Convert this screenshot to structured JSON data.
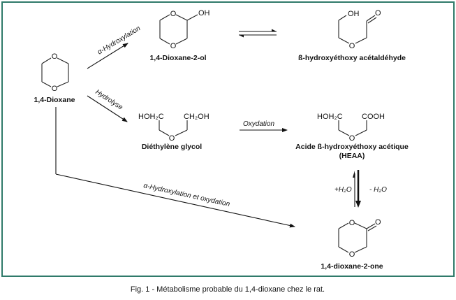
{
  "colors": {
    "frame": "#2f7a6a",
    "ink": "#111111"
  },
  "compounds": {
    "dioxane": {
      "name": "1,4-Dioxane",
      "atoms": [
        "O",
        "O"
      ]
    },
    "dioxane_2_ol": {
      "name": "1,4-Dioxane-2-ol",
      "atoms": [
        "O",
        "O",
        "OH"
      ]
    },
    "hydroxyethoxy_acetaldehyde": {
      "name": "ß-hydroxyéthoxy acétaldéhyde",
      "atoms": [
        "OH",
        "O",
        "O"
      ]
    },
    "diethylene_glycol": {
      "name": "Diéthylène glycol",
      "atoms": [
        "HOH₂C",
        "CH₂OH",
        "O"
      ]
    },
    "heaa": {
      "name": "Acide ß-hydroxyéthoxy acétique",
      "abbrev": "(HEAA)",
      "atoms": [
        "HOH₂C",
        "COOH",
        "O"
      ]
    },
    "dioxane_2_one": {
      "name": "1,4-dioxane-2-one",
      "atoms": [
        "O",
        "O",
        "O"
      ]
    }
  },
  "reactions": {
    "alpha_hydroxylation": "α-Hydroxylation",
    "hydrolyse": "Hydrolyse",
    "oxydation": "Oxydation",
    "alpha_hydroxylation_oxydation": "α-Hydroxylation et oxydation",
    "plus_water": "+H₂O",
    "minus_water": "- H₂O"
  },
  "caption": "Fig. 1 - Métabolisme probable du 1,4-dioxane chez le rat."
}
